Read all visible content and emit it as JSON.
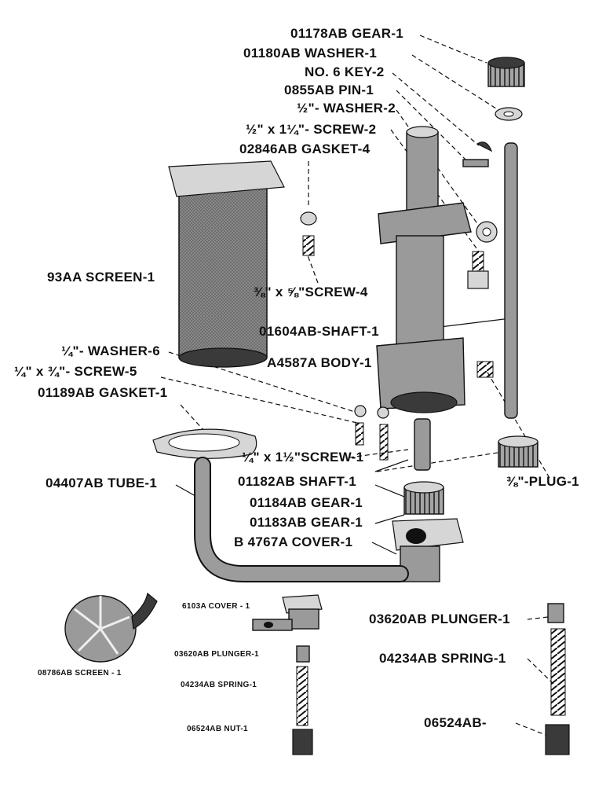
{
  "labels": {
    "gear_01178": "01178AB GEAR-1",
    "washer_01180": "01180AB WASHER-1",
    "key_no6": "NO. 6 KEY-2",
    "pin_0855": "0855AB PIN-1",
    "washer_half": "½\"- WASHER-2",
    "screw_half": "½\" x 1¼\"- SCREW-2",
    "gasket_02846": "02846AB GASKET-4",
    "screen_93aa": "93AA SCREEN-1",
    "screw_3_8": "⅜\" x ⅝\"SCREW-4",
    "shaft_01604": "01604AB-SHAFT-1",
    "washer_quarter": "¼\"- WASHER-6",
    "body_a4587": "A4587A BODY-1",
    "screw_quarter_3_4": "¼\" x ¾\"- SCREW-5",
    "gasket_01189": "01189AB GASKET-1",
    "screw_quarter_1_half": "¼\" x 1½\"SCREW-1",
    "tube_04407": "04407AB TUBE-1",
    "shaft_01182": "01182AB SHAFT-1",
    "plug_3_8": "⅜\"-PLUG-1",
    "gear_01184": "01184AB GEAR-1",
    "gear_01183": "01183AB GEAR-1",
    "cover_b4767": "B 4767A COVER-1",
    "cover_6103": "6103A COVER - 1",
    "plunger_right": "03620AB PLUNGER-1",
    "plunger_left": "03620AB PLUNGER-1",
    "spring_right": "04234AB SPRING-1",
    "spring_left": "04234AB SPRING-1",
    "screen_08786": "08786AB SCREEN - 1",
    "nut_06524": "06524AB NUT-1",
    "part_06524": "06524AB-"
  }
}
